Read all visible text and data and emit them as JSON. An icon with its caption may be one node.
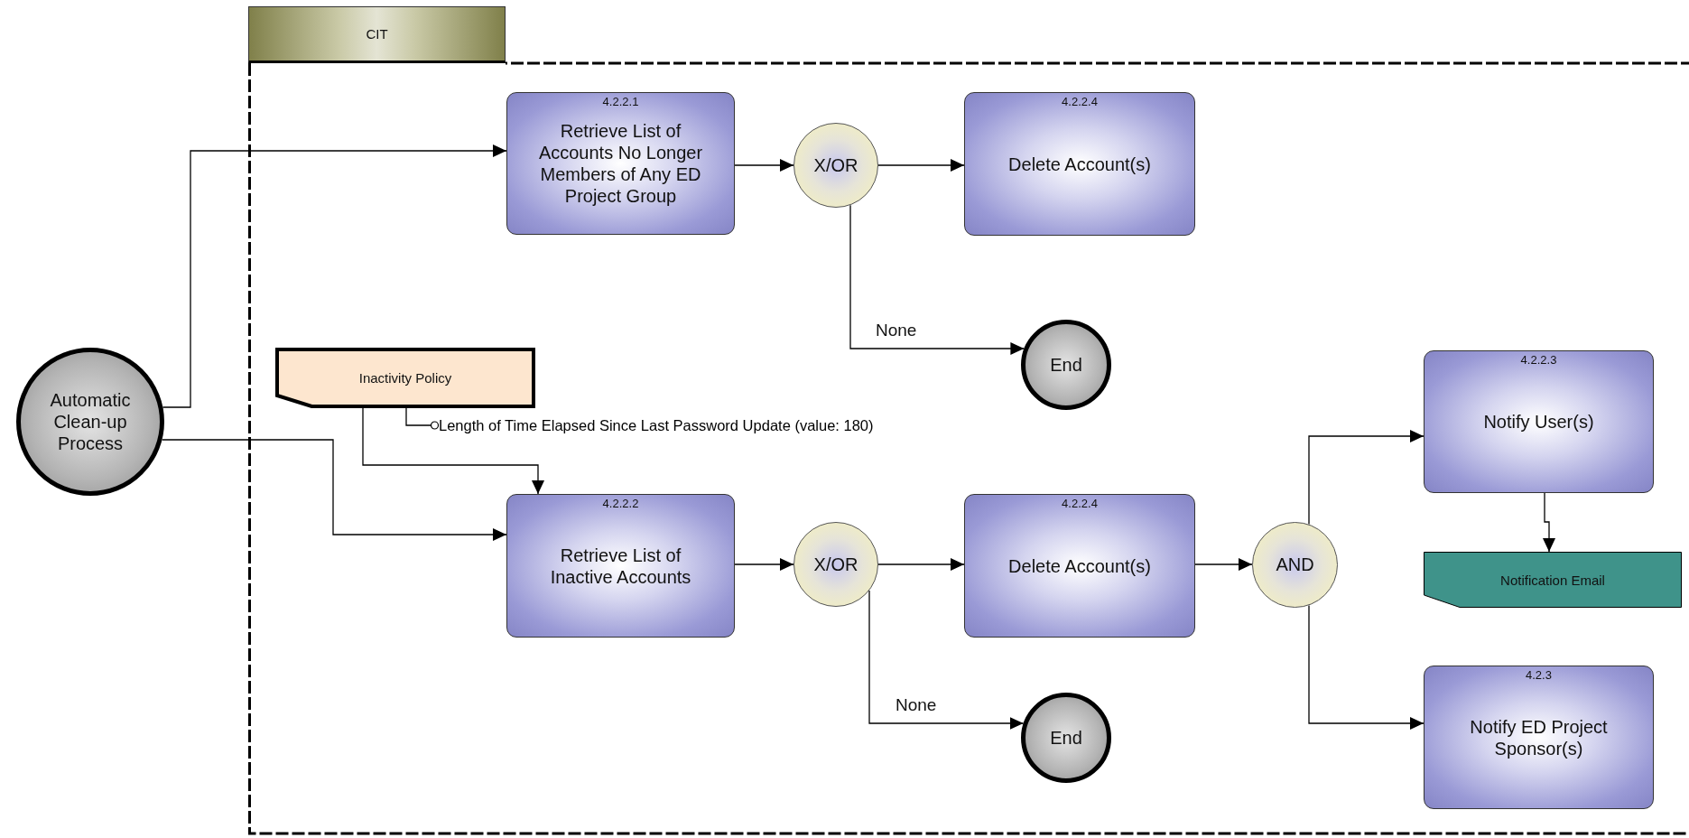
{
  "diagram": {
    "nodes": [
      {
        "text": [
          "CIT"
        ]
      },
      {
        "text": [
          "Automatic Clean-up Process"
        ]
      },
      {
        "text": [
          "4.2.2.1",
          "Retrieve List of Accounts No Longer Members of Any ED Project Group"
        ],
        "in": 0
      },
      {
        "text": [
          "X/OR"
        ],
        "in": 0
      },
      {
        "text": [
          "4.2.2.4",
          "Delete Account(s)"
        ],
        "in": 0
      },
      {
        "text": [
          "End"
        ],
        "in": 0
      },
      {
        "text": [
          "Inactivity Policy"
        ],
        "in": 0
      },
      {
        "text": [
          "Length of Time Elapsed Since Last Password Update (value: 180)"
        ],
        "in": 0
      },
      {
        "text": [
          "4.2.2.2",
          "Retrieve List of Inactive Accounts"
        ],
        "in": 0
      },
      {
        "text": [
          "X/OR"
        ],
        "in": 0
      },
      {
        "text": [
          "4.2.2.4",
          "Delete Account(s)"
        ],
        "in": 0
      },
      {
        "text": [
          "End"
        ],
        "in": 0
      },
      {
        "text": [
          "AND"
        ],
        "in": 0
      },
      {
        "text": [
          "4.2.2.3",
          "Notify User(s)"
        ],
        "in": 0
      },
      {
        "text": [
          "Notification Email"
        ],
        "in": 0
      },
      {
        "text": [
          "4.2.3",
          "Notify ED Project Sponsor(s)"
        ],
        "in": 0
      }
    ],
    "edges": [
      {
        "from": 1,
        "to": 2,
        "arrow": "to"
      },
      {
        "from": 1,
        "to": 8,
        "arrow": "to"
      },
      {
        "from": 6,
        "to": 8,
        "arrow": "to"
      },
      {
        "from": 6,
        "to": 7,
        "arrow": "other"
      },
      {
        "from": 2,
        "to": 3,
        "arrow": "to"
      },
      {
        "from": 3,
        "to": 4,
        "arrow": "to"
      },
      {
        "from": 3,
        "to": 5,
        "arrow": "to",
        "label": "None"
      },
      {
        "from": 8,
        "to": 9,
        "arrow": "to"
      },
      {
        "from": 9,
        "to": 10,
        "arrow": "to"
      },
      {
        "from": 9,
        "to": 11,
        "arrow": "to",
        "label": "None"
      },
      {
        "from": 10,
        "to": 12,
        "arrow": "to"
      },
      {
        "from": 12,
        "to": 13,
        "arrow": "to"
      },
      {
        "from": 12,
        "to": 15,
        "arrow": "to"
      },
      {
        "from": 13,
        "to": 14,
        "arrow": "to"
      }
    ]
  }
}
